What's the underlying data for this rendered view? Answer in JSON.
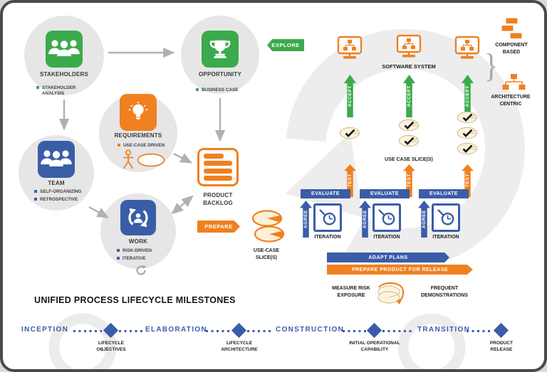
{
  "colors": {
    "green": "#3BAA4C",
    "orange": "#F08020",
    "blue": "#3A5DA8",
    "cream": "#FCF3DC",
    "gray_circle": "#E6E6E6",
    "watermark": "#EDEDED"
  },
  "tags": {
    "explore": "EXPLORE",
    "prepare": "PREPARE"
  },
  "nodes": {
    "stakeholders": {
      "label": "STAKEHOLDERS",
      "bullets": [
        "STAKEHOLDER ANALYSIS"
      ]
    },
    "opportunity": {
      "label": "OPPORTUNITY",
      "bullets": [
        "BUSINESS CASE"
      ]
    },
    "requirements": {
      "label": "REQUIREMENTS",
      "bullets": [
        "USE-CASE DRIVEN"
      ]
    },
    "team": {
      "label": "TEAM",
      "bullets": [
        "SELF-ORGANIZING",
        "RETROSPECTIVE"
      ]
    },
    "work": {
      "label": "WORK",
      "bullets": [
        "RISK-DRIVEN",
        "ITERATIVE"
      ]
    },
    "product_backlog": {
      "label": "PRODUCT BACKLOG"
    },
    "use_case_slices": {
      "label": "USE-CASE SLICE(S)"
    }
  },
  "right": {
    "software_system": "SOFTWARE SYSTEM",
    "component_based": "COMPONENT BASED",
    "architecture_centric": "ARCHITECTURE CENTRIC",
    "brace": "}",
    "accept": "ACCEPT",
    "use_case_slices": "USE CASE SLICE(S)",
    "test": "TEST",
    "evaluate": "EVALUATE",
    "agree": "AGREE",
    "iteration": "ITERATION",
    "adapt_plans": "ADAPT PLANS",
    "prepare_release": "PREPARE PRODUCT FOR RELEASE",
    "measure_risk": "MEASURE RISK EXPOSURE",
    "frequent_demos": "FREQUENT DEMONSTRATIONS"
  },
  "milestones": {
    "title": "UNIFIED PROCESS LIFECYCLE MILESTONES",
    "phases": [
      "INCEPTION",
      "ELABORATION",
      "CONSTRUCTION",
      "TRANSITION"
    ],
    "deliverables": [
      "LIFECYCLE OBJECTIVES",
      "LIFECYCLE ARCHITECTURE",
      "INITIAL OPERATIONAL CAPABILITY",
      "PRODUCT RELEASE"
    ]
  }
}
